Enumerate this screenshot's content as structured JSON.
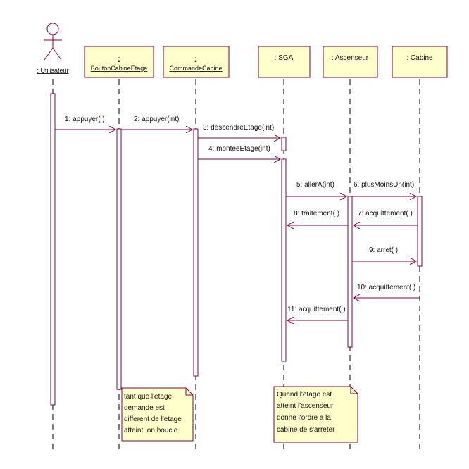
{
  "colors": {
    "line": "#800040",
    "fill": "#ffffcc",
    "box_border": "#800040",
    "text": "#111111"
  },
  "actor": {
    "label": ": Utilisateur",
    "icon": "stick-figure-icon"
  },
  "objects": [
    {
      "id": "bouton",
      "colon": ":",
      "label": "BoutonCabineEtage"
    },
    {
      "id": "commande",
      "colon": ":",
      "label": "CommandeCabine"
    },
    {
      "id": "sga",
      "label": ": SGA"
    },
    {
      "id": "ascenseur",
      "label": ": Ascenseur"
    },
    {
      "id": "cabine",
      "label": ": Cabine"
    }
  ],
  "messages": [
    {
      "label": "1: appuyer( )"
    },
    {
      "label": "2: appuyer(int)"
    },
    {
      "label": "3: descendreEtage(int)"
    },
    {
      "label": "4: monteeEtage(int)"
    },
    {
      "label": "5: allerA(int)"
    },
    {
      "label": "6: plusMoinsUn(int)"
    },
    {
      "label": "8: traitement( )"
    },
    {
      "label": "7: acquittement( )"
    },
    {
      "label": "9: arret( )"
    },
    {
      "label": "10: acquittement( )"
    },
    {
      "label": "11: acquittement( )"
    }
  ],
  "notes": [
    {
      "lines": [
        "tant que l'etage",
        "demande est",
        "different de l'etage",
        "atteint, on boucle."
      ]
    },
    {
      "lines": [
        "Quand l'etage est",
        "atteint l'ascenseur",
        "donne l'ordre a la",
        "cabine de s'arreter"
      ]
    }
  ]
}
